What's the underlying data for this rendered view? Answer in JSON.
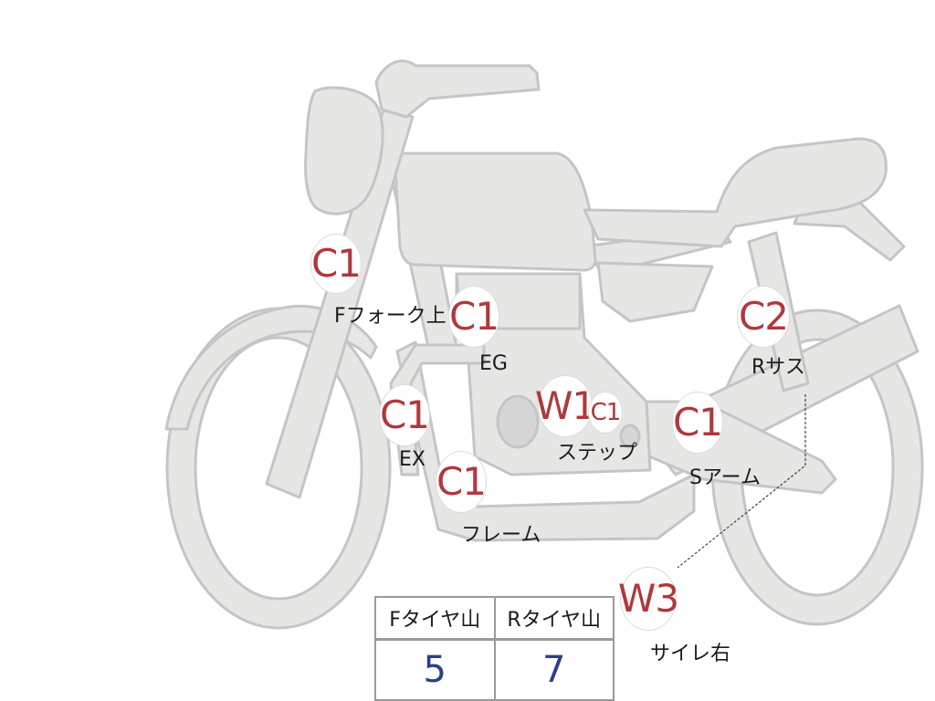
{
  "colors": {
    "body_fill": "#e6e6e4",
    "body_stroke": "#c5c5c5",
    "badge_text": "#b0383c",
    "value_text": "#2b3f8a",
    "label_text": "#1a1a1a"
  },
  "badges": [
    {
      "code": "C1",
      "label": "Fフォーク上"
    },
    {
      "code": "C1",
      "label": "EG"
    },
    {
      "code": "C2",
      "label": "Rサス"
    },
    {
      "code": "C1",
      "label": "EX"
    },
    {
      "code": "W1",
      "label": ""
    },
    {
      "code": "C1",
      "label": "ステップ"
    },
    {
      "code": "C1",
      "label": "Sアーム"
    },
    {
      "code": "C1",
      "label": "フレーム"
    },
    {
      "code": "W3",
      "label": "サイレ右"
    }
  ],
  "tire_table": {
    "headers": [
      "Fタイヤ山",
      "Rタイヤ山"
    ],
    "values": [
      "5",
      "7"
    ]
  }
}
